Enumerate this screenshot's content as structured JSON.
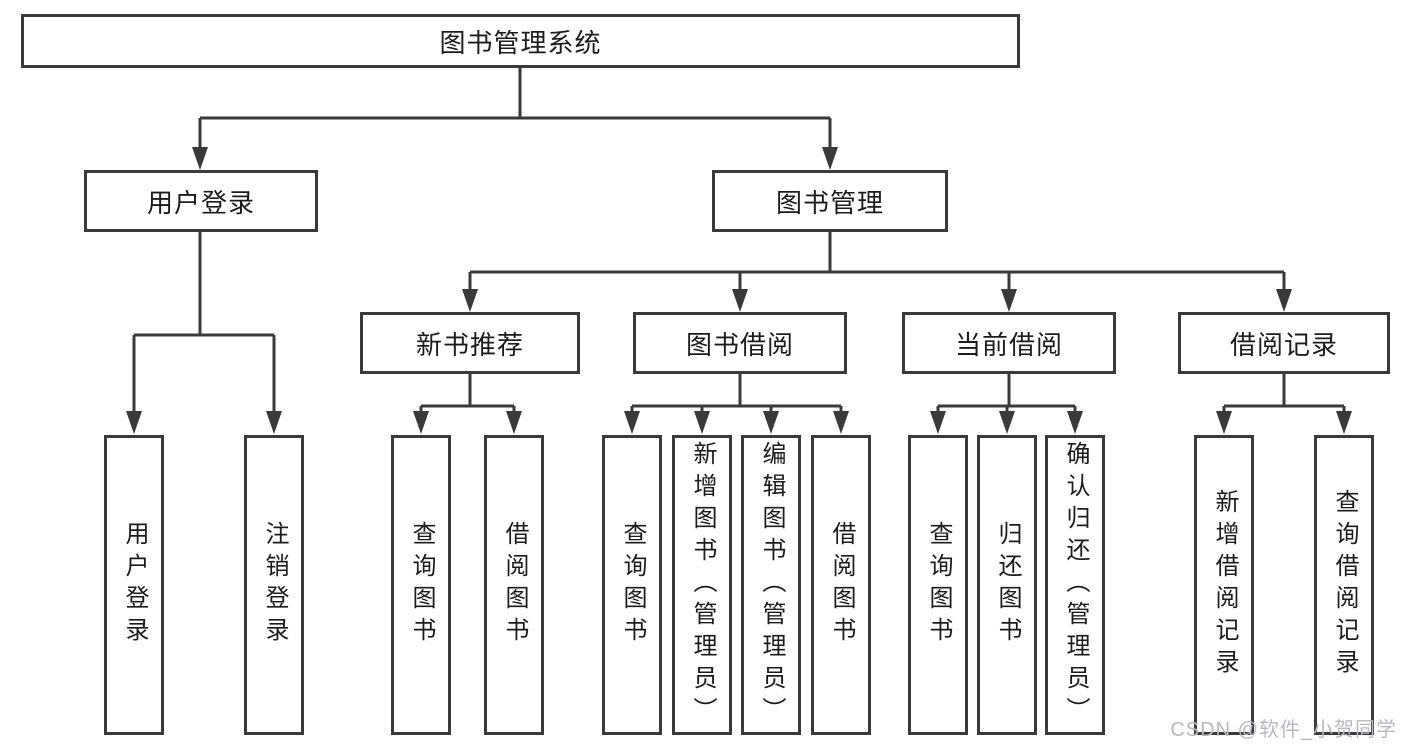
{
  "diagram_title": "图书管理系统",
  "tree": {
    "label": "图书管理系统",
    "children": [
      {
        "label": "用户登录",
        "children": [
          {
            "label": "用户登录"
          },
          {
            "label": "注销登录"
          }
        ]
      },
      {
        "label": "图书管理",
        "children": [
          {
            "label": "新书推荐",
            "children": [
              {
                "label": "查询图书"
              },
              {
                "label": "借阅图书"
              }
            ]
          },
          {
            "label": "图书借阅",
            "children": [
              {
                "label": "查询图书"
              },
              {
                "label": "新增图书（管理员）"
              },
              {
                "label": "编辑图书（管理员）"
              },
              {
                "label": "借阅图书"
              }
            ]
          },
          {
            "label": "当前借阅",
            "children": [
              {
                "label": "查询图书"
              },
              {
                "label": "归还图书"
              },
              {
                "label": "确认归还（管理员）"
              }
            ]
          },
          {
            "label": "借阅记录",
            "children": [
              {
                "label": "新增借阅记录"
              },
              {
                "label": "查询借阅记录"
              }
            ]
          }
        ]
      }
    ]
  },
  "watermark": {
    "text": "CSDN @软件_小贺同学"
  },
  "colors": {
    "line": "#3a3a3a",
    "box_border": "#3a3a3a",
    "box_background": "#ffffff",
    "text": "#1c1c1c",
    "watermark_text": "#b6bac0",
    "page_background": "#ffffff"
  }
}
